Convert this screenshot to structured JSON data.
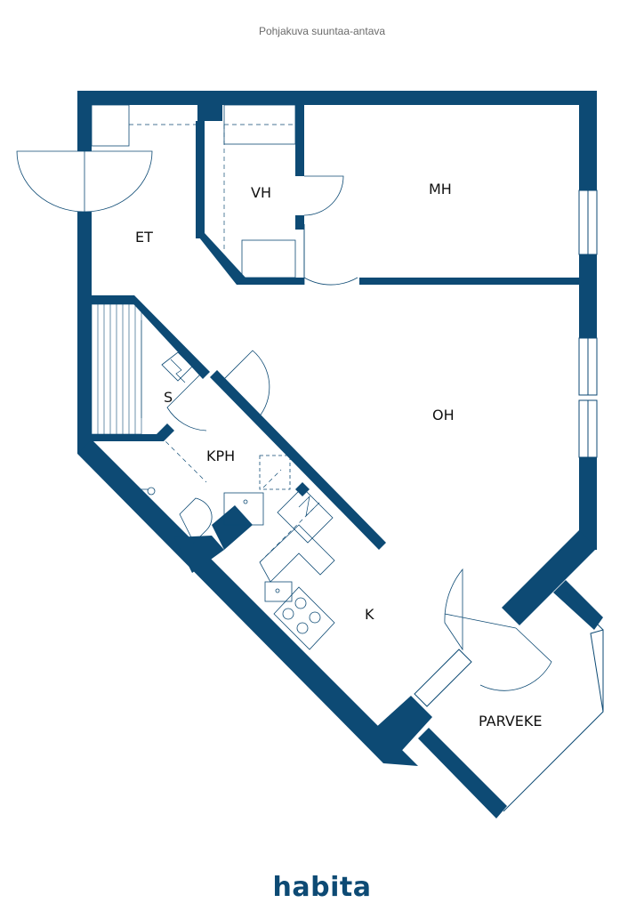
{
  "caption": "Pohjakuva suuntaa-antava",
  "brand": {
    "logo_text": "habita",
    "color": "#0d4a74"
  },
  "colors": {
    "wall": "#0d4a74",
    "fixture": "#7fa2bd",
    "label": "#111111"
  },
  "rooms": {
    "et": "ET",
    "vh": "VH",
    "mh": "MH",
    "s": "S",
    "kph": "KPH",
    "oh": "OH",
    "k": "K",
    "parveke": "PARVEKE"
  }
}
